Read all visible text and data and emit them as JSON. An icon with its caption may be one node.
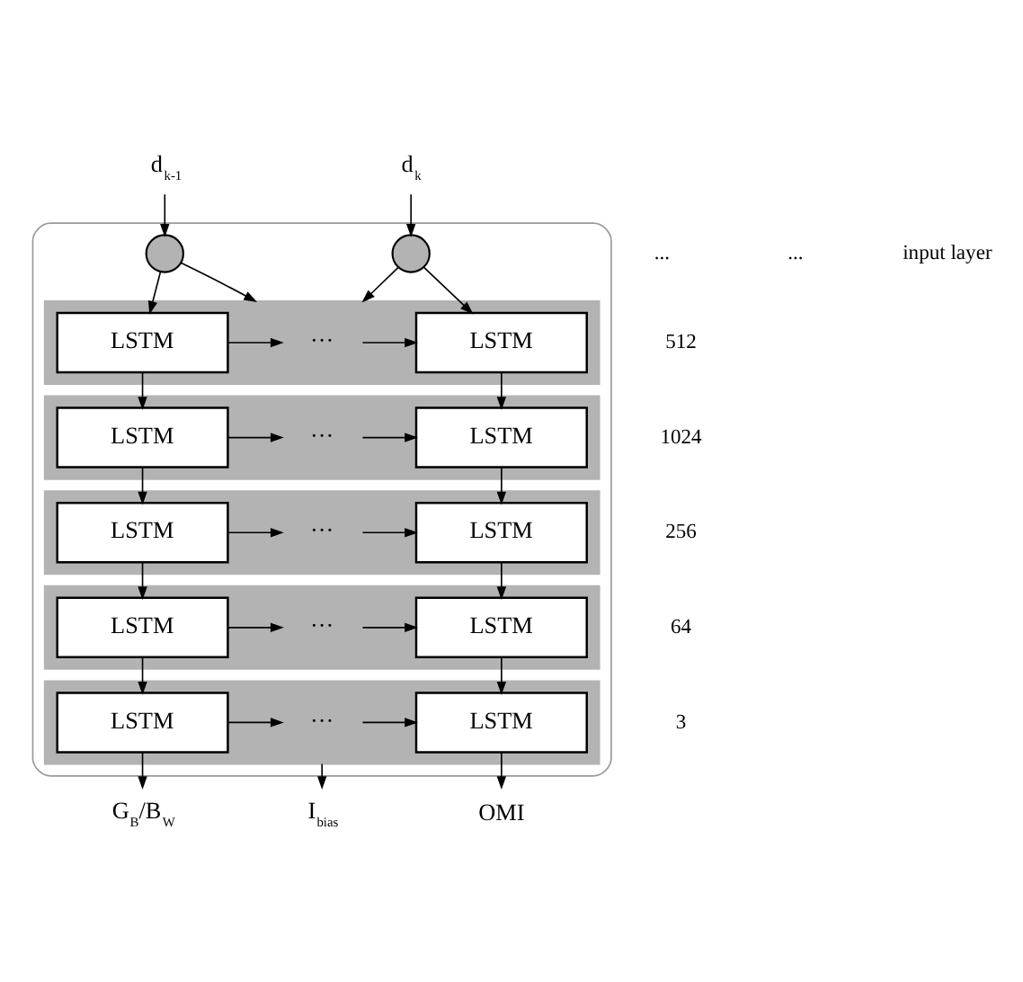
{
  "diagram": {
    "nodes": [
      {
        "text": [],
        "shape": "box"
      },
      {
        "text": [
          "d$_{k-1}$"
        ]
      },
      {
        "text": [
          "d$_{k}$"
        ]
      },
      {
        "text": [],
        "shape": "circle",
        "in": 0
      },
      {
        "text": [],
        "shape": "circle",
        "in": 0
      },
      {
        "text": [],
        "shape": "bar",
        "in": 0
      },
      {
        "text": [
          "LSTM"
        ],
        "in": 5
      },
      {
        "text": [
          "···"
        ],
        "in": 5
      },
      {
        "text": [
          "LSTM"
        ],
        "in": 5
      },
      {
        "text": [],
        "shape": "bar",
        "in": 0
      },
      {
        "text": [
          "LSTM"
        ],
        "in": 9
      },
      {
        "text": [
          "···"
        ],
        "in": 9
      },
      {
        "text": [
          "LSTM"
        ],
        "in": 9
      },
      {
        "text": [],
        "shape": "bar",
        "in": 0
      },
      {
        "text": [
          "LSTM"
        ],
        "in": 13
      },
      {
        "text": [
          "···"
        ],
        "in": 13
      },
      {
        "text": [
          "LSTM"
        ],
        "in": 13
      },
      {
        "text": [],
        "shape": "bar",
        "in": 0
      },
      {
        "text": [
          "LSTM"
        ],
        "in": 17
      },
      {
        "text": [
          "···"
        ],
        "in": 17
      },
      {
        "text": [
          "LSTM"
        ],
        "in": 17
      },
      {
        "text": [],
        "shape": "bar",
        "in": 0
      },
      {
        "text": [
          "LSTM"
        ],
        "in": 21
      },
      {
        "text": [
          "···"
        ],
        "in": 21
      },
      {
        "text": [
          "LSTM"
        ],
        "in": 21
      },
      {
        "text": [
          "G$_{B}$/B$_{W}$"
        ]
      },
      {
        "text": [
          "I$_{bias}$"
        ]
      },
      {
        "text": [
          "OMI"
        ]
      }
    ],
    "edges": [
      {
        "from": 1,
        "to": 3,
        "arrow": "to"
      },
      {
        "from": 2,
        "to": 4,
        "arrow": "to"
      },
      {
        "from": 3,
        "to": 6,
        "arrow": "to"
      },
      {
        "from": 3,
        "to": 5,
        "arrow": "to"
      },
      {
        "from": 4,
        "to": 8,
        "arrow": "to"
      },
      {
        "from": 4,
        "to": 5,
        "arrow": "to"
      },
      {
        "from": 6,
        "to": 7,
        "arrow": "to"
      },
      {
        "from": 7,
        "to": 8,
        "arrow": "to"
      },
      {
        "from": 6,
        "to": 10,
        "arrow": "to"
      },
      {
        "from": 8,
        "to": 12,
        "arrow": "to"
      },
      {
        "from": 10,
        "to": 11,
        "arrow": "to"
      },
      {
        "from": 11,
        "to": 12,
        "arrow": "to"
      },
      {
        "from": 10,
        "to": 14,
        "arrow": "to"
      },
      {
        "from": 12,
        "to": 16,
        "arrow": "to"
      },
      {
        "from": 14,
        "to": 15,
        "arrow": "to"
      },
      {
        "from": 15,
        "to": 16,
        "arrow": "to"
      },
      {
        "from": 14,
        "to": 18,
        "arrow": "to"
      },
      {
        "from": 16,
        "to": 20,
        "arrow": "to"
      },
      {
        "from": 18,
        "to": 19,
        "arrow": "to"
      },
      {
        "from": 19,
        "to": 20,
        "arrow": "to"
      },
      {
        "from": 18,
        "to": 22,
        "arrow": "to"
      },
      {
        "from": 20,
        "to": 24,
        "arrow": "to"
      },
      {
        "from": 22,
        "to": 23,
        "arrow": "to"
      },
      {
        "from": 23,
        "to": 24,
        "arrow": "to"
      },
      {
        "from": 22,
        "to": 25,
        "arrow": "to"
      },
      {
        "from": 21,
        "to": 26,
        "arrow": "to"
      },
      {
        "from": 24,
        "to": 27,
        "arrow": "to"
      }
    ],
    "labels": [
      "...",
      "...",
      "input layer",
      "512",
      "1024",
      "256",
      "64",
      "3"
    ]
  }
}
